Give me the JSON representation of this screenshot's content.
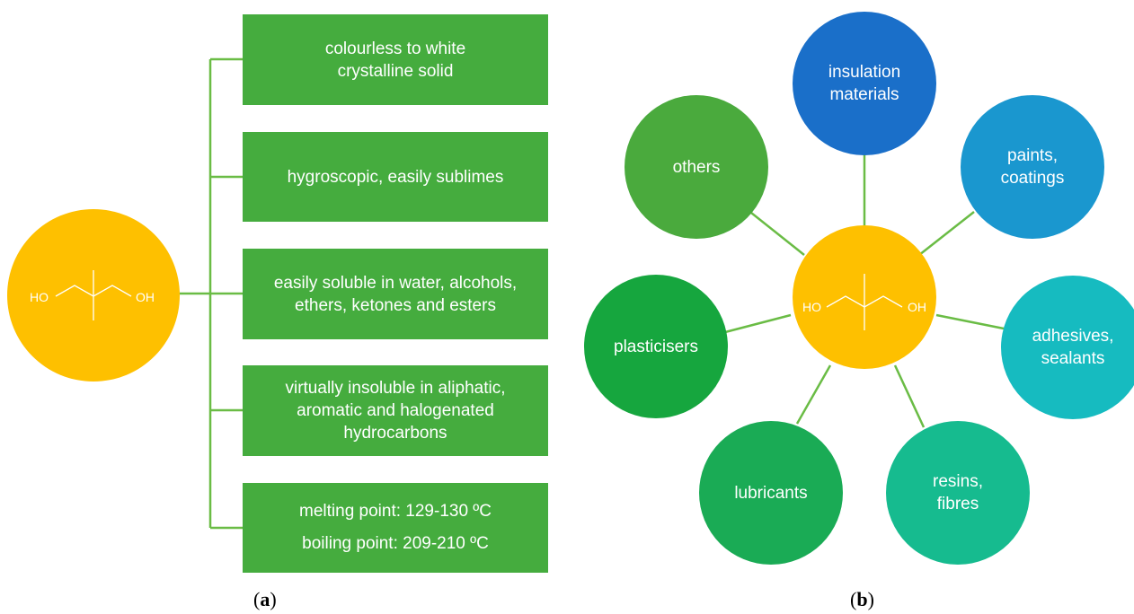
{
  "panel_a": {
    "label_open": "(",
    "label_letter": "a",
    "label_close": ")",
    "molecule": {
      "left_group": "HO",
      "right_group": "OH"
    },
    "properties": [
      {
        "lines": [
          "colourless to white",
          "crystalline solid"
        ]
      },
      {
        "lines": [
          "hygroscopic, easily sublimes"
        ]
      },
      {
        "lines": [
          "easily soluble in water, alcohols,",
          "ethers, ketones and esters"
        ]
      },
      {
        "lines": [
          "virtually insoluble in aliphatic,",
          "aromatic and halogenated",
          "hydrocarbons"
        ]
      },
      {
        "lines": [
          "melting point: 129-130 ºC",
          "boiling point: 209-210 ºC"
        ]
      }
    ]
  },
  "panel_b": {
    "label_open": "(",
    "label_letter": "b",
    "label_close": ")",
    "molecule": {
      "left_group": "HO",
      "right_group": "OH"
    },
    "applications": [
      {
        "lines": [
          "insulation",
          "materials"
        ],
        "color": "#1a6fc9"
      },
      {
        "lines": [
          "paints,",
          "coatings"
        ],
        "color": "#1a97cf"
      },
      {
        "lines": [
          "adhesives,",
          "sealants"
        ],
        "color": "#16bbc0"
      },
      {
        "lines": [
          "resins,",
          "fibres"
        ],
        "color": "#16bb8f"
      },
      {
        "lines": [
          "lubricants"
        ],
        "color": "#1aab55"
      },
      {
        "lines": [
          "plasticisers"
        ],
        "color": "#16a63e"
      },
      {
        "lines": [
          "others"
        ],
        "color": "#4aaa3d"
      }
    ]
  },
  "colors": {
    "box_green": "#45ac3e",
    "molecule_yellow": "#fec000",
    "connector_green": "#6abc45"
  }
}
